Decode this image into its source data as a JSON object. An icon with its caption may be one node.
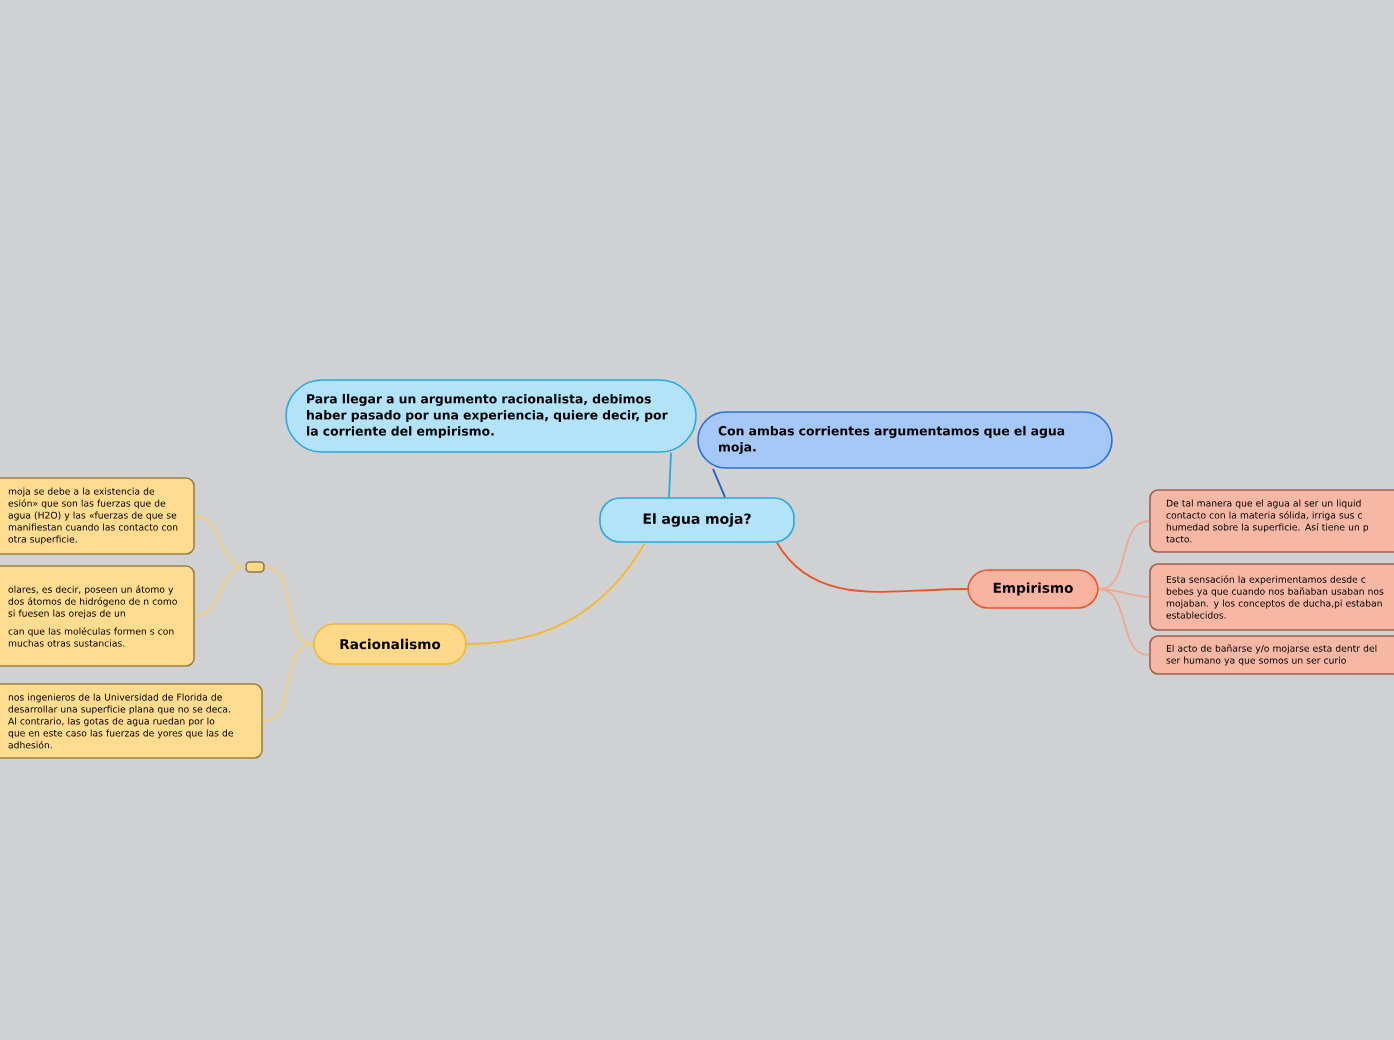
{
  "diagram": {
    "nodes": [
      {
        "text": [
          "El agua moja?"
        ]
      },
      {
        "text": [
          "Para llegar a un argumento racionalista, debimos haber pasado por una experiencia, quiere decir, por la corriente del empirismo."
        ]
      },
      {
        "text": [
          "Con ambas corrientes argumentamos que el agua moja."
        ]
      },
      {
        "text": [
          "Racionalismo"
        ]
      },
      {
        "text": [],
        "shape": "box"
      },
      {
        "text": [
          "moja se debe a la existencia de esión» que son las fuerzas que de agua (H2O) y las «fuerzas de que se manifiestan cuando las contacto con otra superficie."
        ]
      },
      {
        "text": [
          "olares, es decir, poseen un átomo y dos átomos de hidrógeno de n como si fuesen las orejas de un",
          "can que las moléculas formen s con muchas otras sustancias."
        ]
      },
      {
        "text": [
          "nos ingenieros de la Universidad de Florida de desarrollar una superficie plana que no se deca. Al contrario, las gotas de agua ruedan por lo que en este caso las fuerzas de yores que las de adhesión."
        ]
      },
      {
        "text": [
          "Empirismo"
        ]
      },
      {
        "text": [
          "De tal manera que el agua al ser un liquid contacto con la materia sólida, irriga sus c humedad sobre la superficie. Así tiene un p tacto."
        ]
      },
      {
        "text": [
          "Esta sensación la experimentamos desde c bebes ya que cuando nos bañaban usaban nos mojaban. y los conceptos de ducha,pi estaban establecidos."
        ]
      },
      {
        "text": [
          "El acto de bañarse y/o mojarse esta dentr del ser humano ya que somos un ser curio"
        ]
      }
    ],
    "edges": [
      {
        "from": 0,
        "to": 1,
        "arrow": "none",
        "color": "#29a8e0"
      },
      {
        "from": 0,
        "to": 2,
        "arrow": "none",
        "color": "#1f5fc7"
      },
      {
        "from": 0,
        "to": 3,
        "arrow": "none",
        "color": "#f5b82e"
      },
      {
        "from": 0,
        "to": 8,
        "arrow": "none",
        "color": "#e8552a"
      },
      {
        "from": 3,
        "to": 4,
        "arrow": "none",
        "color": "#f2cf7e"
      },
      {
        "from": 4,
        "to": 5,
        "arrow": "none",
        "color": "#f2cf7e"
      },
      {
        "from": 4,
        "to": 6,
        "arrow": "none",
        "color": "#f2cf7e"
      },
      {
        "from": 3,
        "to": 7,
        "arrow": "none",
        "color": "#f2cf7e"
      },
      {
        "from": 8,
        "to": 9,
        "arrow": "none",
        "color": "#f0a890"
      },
      {
        "from": 8,
        "to": 10,
        "arrow": "none",
        "color": "#f0a890"
      },
      {
        "from": 8,
        "to": 11,
        "arrow": "none",
        "color": "#f0a890"
      }
    ]
  }
}
